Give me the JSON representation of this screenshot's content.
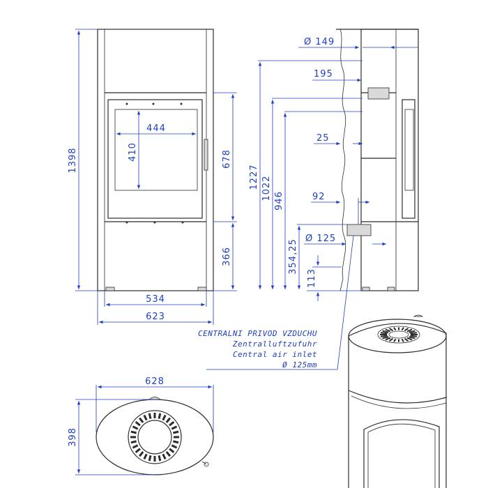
{
  "dimensions": {
    "height_total": "1398",
    "width_door": "534",
    "width_total": "623",
    "window_width": "444",
    "window_height": "410",
    "door_height": "678",
    "base_height": "366",
    "side_h1": "1227",
    "side_h2": "1022",
    "side_h3": "946",
    "side_h4": "354,25",
    "side_h5": "113",
    "flue_diameter": "Ø 149",
    "flue_offset": "195",
    "offset_25": "25",
    "offset_92": "92",
    "inlet_diameter": "Ø 125",
    "top_width": "628",
    "top_depth": "398"
  },
  "note": {
    "line1": "CENTRALNI PRIVOD VZDUCHU",
    "line2": "Zentralluftzufuhr",
    "line3": "Central air inlet",
    "line4": "Ø 125mm"
  },
  "colors": {
    "dimension": "#1f3fbf",
    "outline": "#2b2b2b"
  }
}
